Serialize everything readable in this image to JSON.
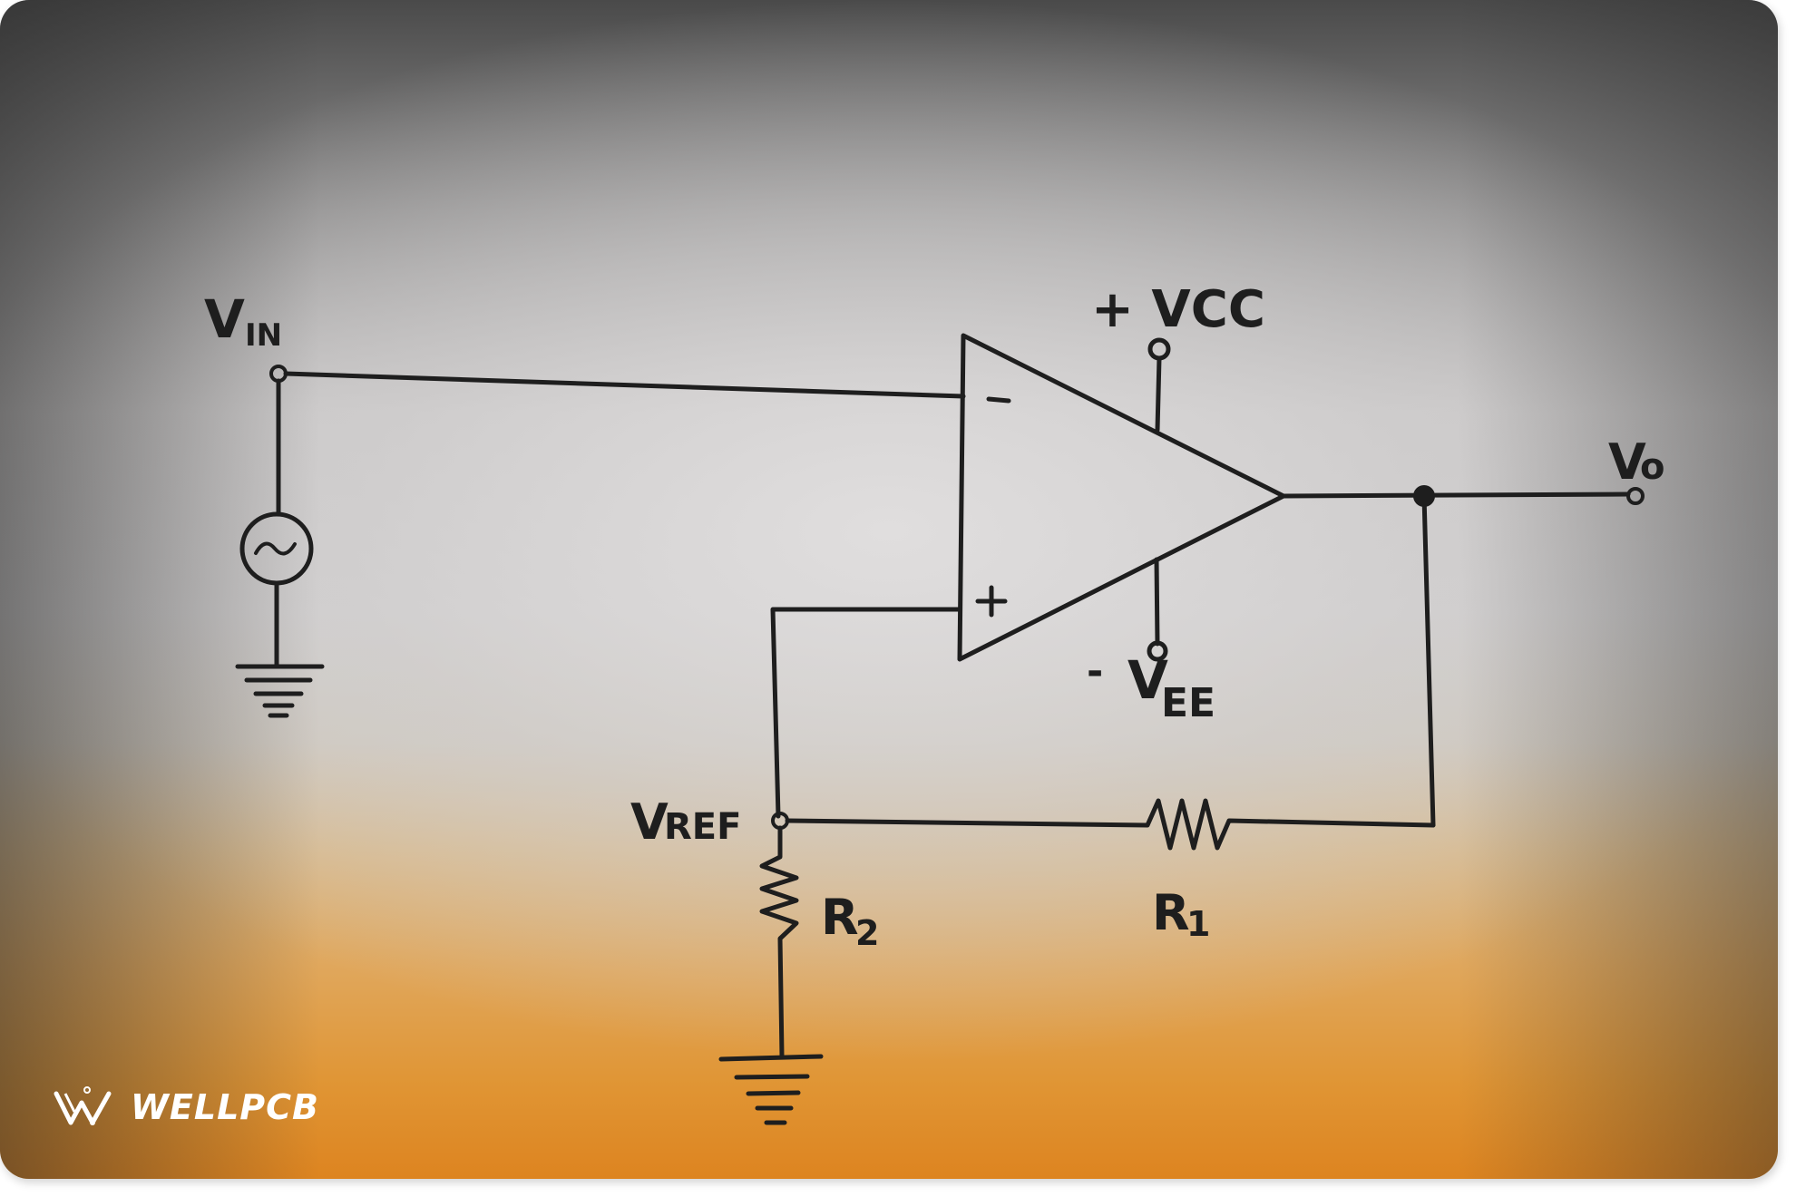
{
  "diagram": {
    "type": "inverting-schmitt-trigger-circuit",
    "labels": {
      "vin": "V",
      "vin_sub": "IN",
      "vcc": "+ VCC",
      "vee_minus": "-",
      "vee": "V",
      "vee_sub": "EE",
      "vo": "V",
      "vo_sub": "o",
      "vref": "V",
      "vref_sub": "REF",
      "r1": "R",
      "r1_sub": "1",
      "r2": "R",
      "r2_sub": "2",
      "inverting_input": "−",
      "noninverting_input": "+"
    },
    "components": [
      {
        "id": "vin-source",
        "kind": "ac-voltage-source",
        "symbol": "~"
      },
      {
        "id": "opamp",
        "kind": "operational-amplifier"
      },
      {
        "id": "r1",
        "kind": "resistor"
      },
      {
        "id": "r2",
        "kind": "resistor"
      },
      {
        "id": "ground-left",
        "kind": "ground"
      },
      {
        "id": "ground-bottom",
        "kind": "ground"
      }
    ],
    "colors": {
      "ink": "#1e1e1e",
      "paper": "#d0cece",
      "orange": "#dd8420",
      "dark": "#3a3a3a"
    }
  },
  "watermark": {
    "brand": "WELLPCB"
  }
}
